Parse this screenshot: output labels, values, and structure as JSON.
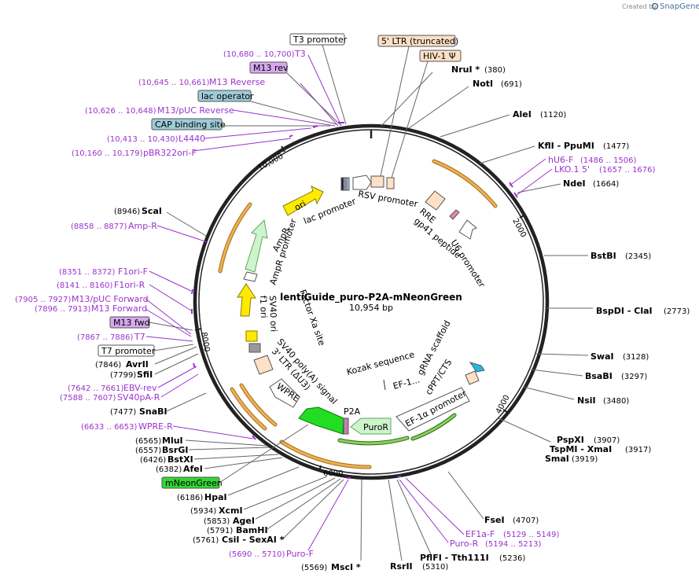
{
  "credit": {
    "prefix": "Created by",
    "brand": "SnapGene"
  },
  "map": {
    "name": "lentiGuide_puro-P2A-mNeonGreen",
    "size": "10,954 bp"
  },
  "ticks": [
    "10,000",
    "2000",
    "4000",
    "6000",
    "8000"
  ],
  "right_sites": [
    {
      "name": "NruI *",
      "pos": "(380)"
    },
    {
      "name": "NotI",
      "pos": "(691)"
    },
    {
      "name": "AleI",
      "pos": "(1120)"
    },
    {
      "name": "KflI  - PpuMI",
      "pos": "(1477)"
    },
    {
      "name": "NdeI",
      "pos": "(1664)"
    },
    {
      "name": "BstBI",
      "pos": "(2345)"
    },
    {
      "name": "BspDI  - ClaI",
      "pos": "(2773)"
    },
    {
      "name": "SwaI",
      "pos": "(3128)"
    },
    {
      "name": "BsaBI",
      "pos": "(3297)"
    },
    {
      "name": "NsiI",
      "pos": "(3480)"
    },
    {
      "name": "PspXI",
      "pos": "(3907)"
    },
    {
      "name": "TspMI  - XmaI",
      "pos": "(3917)"
    },
    {
      "name": "SmaI",
      "pos": "(3919)"
    },
    {
      "name": "FseI",
      "pos": "(4707)"
    },
    {
      "name": "PflFI  - Tth111I",
      "pos": "(5236)"
    },
    {
      "name": "RsrII",
      "pos": "(5310)"
    },
    {
      "name": "MscI *",
      "pos": "(5569)"
    }
  ],
  "right_primers": [
    {
      "name": "hU6-F",
      "pos": "(1486 .. 1506)"
    },
    {
      "name": "LKO.1 5'",
      "pos": "(1657 .. 1676)"
    },
    {
      "name": "EF1a-F",
      "pos": "(5129 .. 5149)"
    },
    {
      "name": "Puro-R",
      "pos": "(5194 .. 5213)"
    }
  ],
  "left_sites": [
    {
      "name": "ScaI",
      "pos": "(8946)"
    },
    {
      "name": "AvrII",
      "pos": "(7846)"
    },
    {
      "name": "SfiI",
      "pos": "(7799)"
    },
    {
      "name": "SnaBI",
      "pos": "(7477)"
    },
    {
      "name": "MluI",
      "pos": "(6565)"
    },
    {
      "name": "BsrGI",
      "pos": "(6557)"
    },
    {
      "name": "BstXI",
      "pos": "(6426)"
    },
    {
      "name": "AfeI",
      "pos": "(6382)"
    },
    {
      "name": "HpaI",
      "pos": "(6186)"
    },
    {
      "name": "XcmI",
      "pos": "(5934)"
    },
    {
      "name": "AgeI",
      "pos": "(5853)"
    },
    {
      "name": "BamHI",
      "pos": "(5791)"
    },
    {
      "name": "CsiI  - SexAI *",
      "pos": "(5761)"
    }
  ],
  "left_primers": [
    {
      "name": "T3",
      "pos": "(10,680 .. 10,700)"
    },
    {
      "name": "M13 Reverse",
      "pos": "(10,645 .. 10,661)"
    },
    {
      "name": "M13/pUC Reverse",
      "pos": "(10,626 .. 10,648)"
    },
    {
      "name": "L4440",
      "pos": "(10,413 .. 10,430)"
    },
    {
      "name": "pBR322ori-F",
      "pos": "(10,160 .. 10,179)"
    },
    {
      "name": "Amp-R",
      "pos": "(8858 .. 8877)"
    },
    {
      "name": "F1ori-F",
      "pos": "(8351 .. 8372)"
    },
    {
      "name": "F1ori-R",
      "pos": "(8141 .. 8160)"
    },
    {
      "name": "M13/pUC Forward",
      "pos": "(7905 .. 7927)"
    },
    {
      "name": "M13 Forward",
      "pos": "(7896 .. 7913)"
    },
    {
      "name": "T7",
      "pos": "(7867 .. 7886)"
    },
    {
      "name": "EBV-rev",
      "pos": "(7642 .. 7661)"
    },
    {
      "name": "SV40pA-R",
      "pos": "(7588 .. 7607)"
    },
    {
      "name": "WPRE-R",
      "pos": "(6633 .. 6653)"
    },
    {
      "name": "Puro-F",
      "pos": "(5690 .. 5710)"
    }
  ],
  "boxed_labels": [
    {
      "name": "T3 promoter",
      "fill": "#ffffff"
    },
    {
      "name": "M13 rev",
      "fill": "#d7a8f0"
    },
    {
      "name": "lac operator",
      "fill": "#9ecbd8"
    },
    {
      "name": "CAP binding site",
      "fill": "#9ecbd8"
    },
    {
      "name": "5' LTR (truncated)",
      "fill": "#fde0c5"
    },
    {
      "name": "HIV-1 Ψ",
      "fill": "#fde0c5"
    },
    {
      "name": "M13 fwd",
      "fill": "#d7a8f0"
    },
    {
      "name": "T7 promoter",
      "fill": "#ffffff"
    },
    {
      "name": "mNeonGreen",
      "fill": "#33d633"
    }
  ],
  "features": {
    "ori": "ori",
    "lac_promoter": "lac promoter",
    "rsv_promoter": "RSV promoter",
    "rre": "RRE",
    "gp41": "gp41 peptide",
    "u6": "U6 promoter",
    "ampr": "AmpR",
    "ampr_promoter": "AmpR promoter",
    "f1_ori": "f1 ori",
    "sv40_ori": "SV40 ori",
    "factor_xa": "Factor Xa site",
    "sv40_polya": "SV40 poly(A) signal",
    "ltr3": "3' LTR (ΔU3)",
    "wpre": "WPRE",
    "p2a": "P2A",
    "puror": "PuroR",
    "ef1a_promoter": "EF-1α promoter",
    "cppt": "cPPT/CTS",
    "grna": "gRNA scaffold",
    "kozak": "Kozak sequence",
    "ef1": "EF-1..."
  },
  "colors": {
    "backbone": "#222222",
    "primer": "#9a33cc",
    "orange_arc": "#f0b050",
    "green_arc": "#5aa830",
    "ori": "#ffea00",
    "ampr": "#ccf5cc",
    "mneongreen": "#22dd22",
    "ltr": "#fde0c5"
  }
}
